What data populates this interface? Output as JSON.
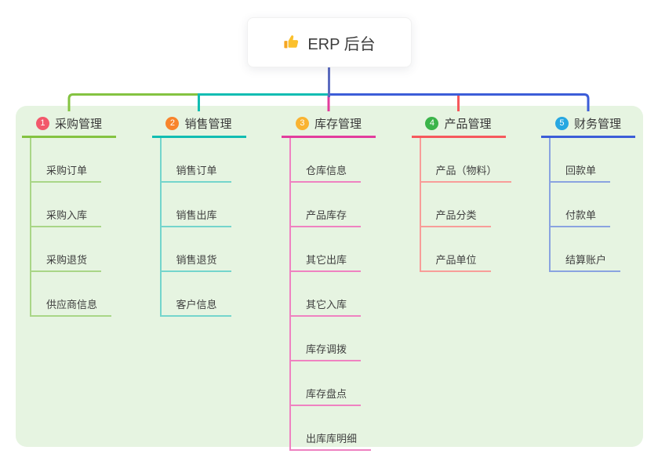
{
  "root": {
    "label": "ERP 后台",
    "icon": "thumbs-up-icon",
    "icon_color": "#fbc02d"
  },
  "canvas": {
    "panel_color": "#e6f4e1",
    "background_color": "#ffffff",
    "root_line_color": "#5c6bc0"
  },
  "branches": [
    {
      "badge": "1",
      "label": "采购管理",
      "badge_color": "#f2586b",
      "color_main": "#84c341",
      "color_light": "#a9d687",
      "children": [
        "采购订单",
        "采购入库",
        "采购退货",
        "供应商信息"
      ]
    },
    {
      "badge": "2",
      "label": "销售管理",
      "badge_color": "#f8842c",
      "color_main": "#12bdb2",
      "color_light": "#74d5cc",
      "children": [
        "销售订单",
        "销售出库",
        "销售退货",
        "客户信息"
      ]
    },
    {
      "badge": "3",
      "label": "库存管理",
      "badge_color": "#f9b331",
      "color_main": "#e23d9d",
      "color_light": "#ef82c1",
      "children": [
        "仓库信息",
        "产品库存",
        "其它出库",
        "其它入库",
        "库存调拨",
        "库存盘点",
        "出库库明细"
      ]
    },
    {
      "badge": "4",
      "label": "产品管理",
      "badge_color": "#3bb44a",
      "color_main": "#f6595d",
      "color_light": "#f89d99",
      "children": [
        "产品（物料）",
        "产品分类",
        "产品单位"
      ]
    },
    {
      "badge": "5",
      "label": "财务管理",
      "badge_color": "#27a7e1",
      "color_main": "#3c5dd8",
      "color_light": "#8aa3e0",
      "children": [
        "回款单",
        "付款单",
        "结算账户"
      ]
    }
  ]
}
